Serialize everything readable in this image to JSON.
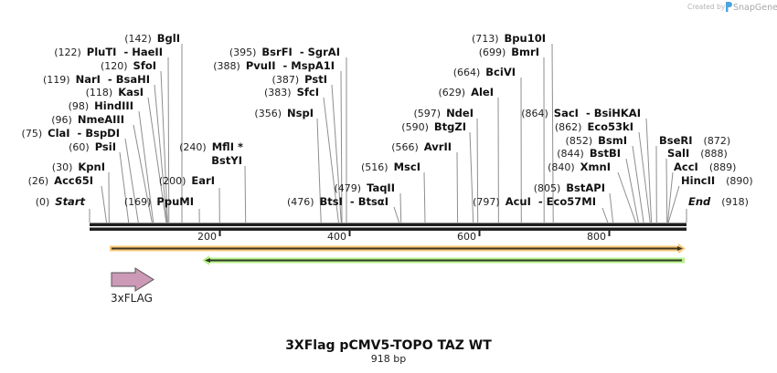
{
  "watermark": {
    "created_by": "Created by",
    "brand": "SnapGene"
  },
  "map": {
    "title": "3XFlag pCMV5-TOPO TAZ WT",
    "length_label": "918 bp",
    "length_bp": 918,
    "ruler": {
      "ticks": [
        {
          "value": 200,
          "label": "200"
        },
        {
          "value": 400,
          "label": "400"
        },
        {
          "value": 600,
          "label": "600"
        },
        {
          "value": 800,
          "label": "800"
        }
      ]
    },
    "sites": [
      {
        "pos_label": "(142)",
        "name": "BglI",
        "bp": 142
      },
      {
        "pos_label": "(122)",
        "name": "PluTI  - HaeII",
        "bp": 122
      },
      {
        "pos_label": "(120)",
        "name": "SfoI",
        "bp": 120
      },
      {
        "pos_label": "(119)",
        "name": "NarI  - BsaHI",
        "bp": 119
      },
      {
        "pos_label": "(118)",
        "name": "KasI",
        "bp": 118
      },
      {
        "pos_label": "(98)",
        "name": "HindIII",
        "bp": 98
      },
      {
        "pos_label": "(96)",
        "name": "NmeAIII",
        "bp": 96
      },
      {
        "pos_label": "(75)",
        "name": "ClaI  - BspDI",
        "bp": 75
      },
      {
        "pos_label": "(60)",
        "name": "PsiI",
        "bp": 60
      },
      {
        "pos_label": "(30)",
        "name": "KpnI",
        "bp": 30
      },
      {
        "pos_label": "(26)",
        "name": "Acc65I",
        "bp": 26
      },
      {
        "pos_label": "(0)",
        "name": "Start",
        "bp": 0
      },
      {
        "pos_label": "(169)",
        "name": "PpuMI",
        "bp": 169
      },
      {
        "pos_label": "(200)",
        "name": "EarI",
        "bp": 200
      },
      {
        "pos_label": "(240)",
        "name": "MflI *",
        "name2": "BstYI",
        "bp": 240
      },
      {
        "pos_label": "(395)",
        "name": "BsrFI  - SgrAI",
        "bp": 395
      },
      {
        "pos_label": "(388)",
        "name": "PvuII  - MspA1I",
        "bp": 388
      },
      {
        "pos_label": "(387)",
        "name": "PstI",
        "bp": 387
      },
      {
        "pos_label": "(383)",
        "name": "SfcI",
        "bp": 383
      },
      {
        "pos_label": "(356)",
        "name": "NspI",
        "bp": 356
      },
      {
        "pos_label": "(476)",
        "name": "BtsI  - BtsαI",
        "bp": 476
      },
      {
        "pos_label": "(479)",
        "name": "TaqII",
        "bp": 479
      },
      {
        "pos_label": "(516)",
        "name": "MscI",
        "bp": 516
      },
      {
        "pos_label": "(566)",
        "name": "AvrII",
        "bp": 566
      },
      {
        "pos_label": "(590)",
        "name": "BtgZI",
        "bp": 590
      },
      {
        "pos_label": "(597)",
        "name": "NdeI",
        "bp": 597
      },
      {
        "pos_label": "(629)",
        "name": "AleI",
        "bp": 629
      },
      {
        "pos_label": "(664)",
        "name": "BciVI",
        "bp": 664
      },
      {
        "pos_label": "(699)",
        "name": "BmrI",
        "bp": 699
      },
      {
        "pos_label": "(713)",
        "name": "Bpu10I",
        "bp": 713
      },
      {
        "pos_label": "(797)",
        "name": "AcuI  - Eco57MI",
        "bp": 797
      },
      {
        "pos_label": "(805)",
        "name": "BstAPI",
        "bp": 805
      },
      {
        "pos_label": "(840)",
        "name": "XmnI",
        "bp": 840
      },
      {
        "pos_label": "(844)",
        "name": "BstBI",
        "bp": 844
      },
      {
        "pos_label": "(852)",
        "name": "BsmI",
        "bp": 852
      },
      {
        "pos_label": "(862)",
        "name": "Eco53kI",
        "bp": 862
      },
      {
        "pos_label": "(864)",
        "name": "SacI  - BsiHKAI",
        "bp": 864
      },
      {
        "pos_label": "(872)",
        "name": "BseRI",
        "bp": 872
      },
      {
        "pos_label": "(888)",
        "name": "SalI",
        "bp": 888
      },
      {
        "pos_label": "(889)",
        "name": "AccI",
        "bp": 889
      },
      {
        "pos_label": "(890)",
        "name": "HincII",
        "bp": 890
      },
      {
        "pos_label": "(918)",
        "name": "End",
        "bp": 918
      }
    ],
    "features": [
      {
        "name": "",
        "direction": "forward",
        "color": "#f8c97a",
        "line_color": "#3b3322"
      },
      {
        "name": "",
        "direction": "reverse",
        "color": "#b7f08a",
        "line_color": "#2f3a24"
      },
      {
        "name": "3xFLAG",
        "direction": "forward",
        "color": "#cc99b6",
        "border_color": "#555555"
      }
    ],
    "colors": {
      "backbone": "#1e1e1e",
      "connector": "#8e8e8e"
    }
  }
}
